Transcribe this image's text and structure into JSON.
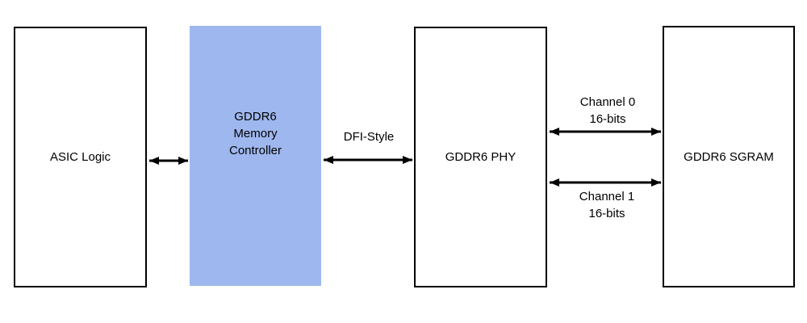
{
  "blocks": {
    "asic": {
      "label": "ASIC Logic"
    },
    "controller": {
      "lines": [
        "GDDR6",
        "Memory",
        "Controller"
      ],
      "fill": "#9EB7EE"
    },
    "phy": {
      "label": "GDDR6 PHY"
    },
    "sgram": {
      "label": "GDDR6 SGRAM"
    }
  },
  "connections": {
    "asic_controller": {
      "label": ""
    },
    "dfi": {
      "label": "DFI-Style"
    },
    "channel0": {
      "lines": [
        "Channel 0",
        "16-bits"
      ]
    },
    "channel1": {
      "lines": [
        "Channel 1",
        "16-bits"
      ]
    }
  },
  "colors": {
    "controller_fill": "#9EB7EE",
    "block_fill": "#FFFFFF",
    "block_border": "#000000",
    "arrow": "#000000",
    "text": "#000000",
    "background": "#FFFFFF"
  }
}
